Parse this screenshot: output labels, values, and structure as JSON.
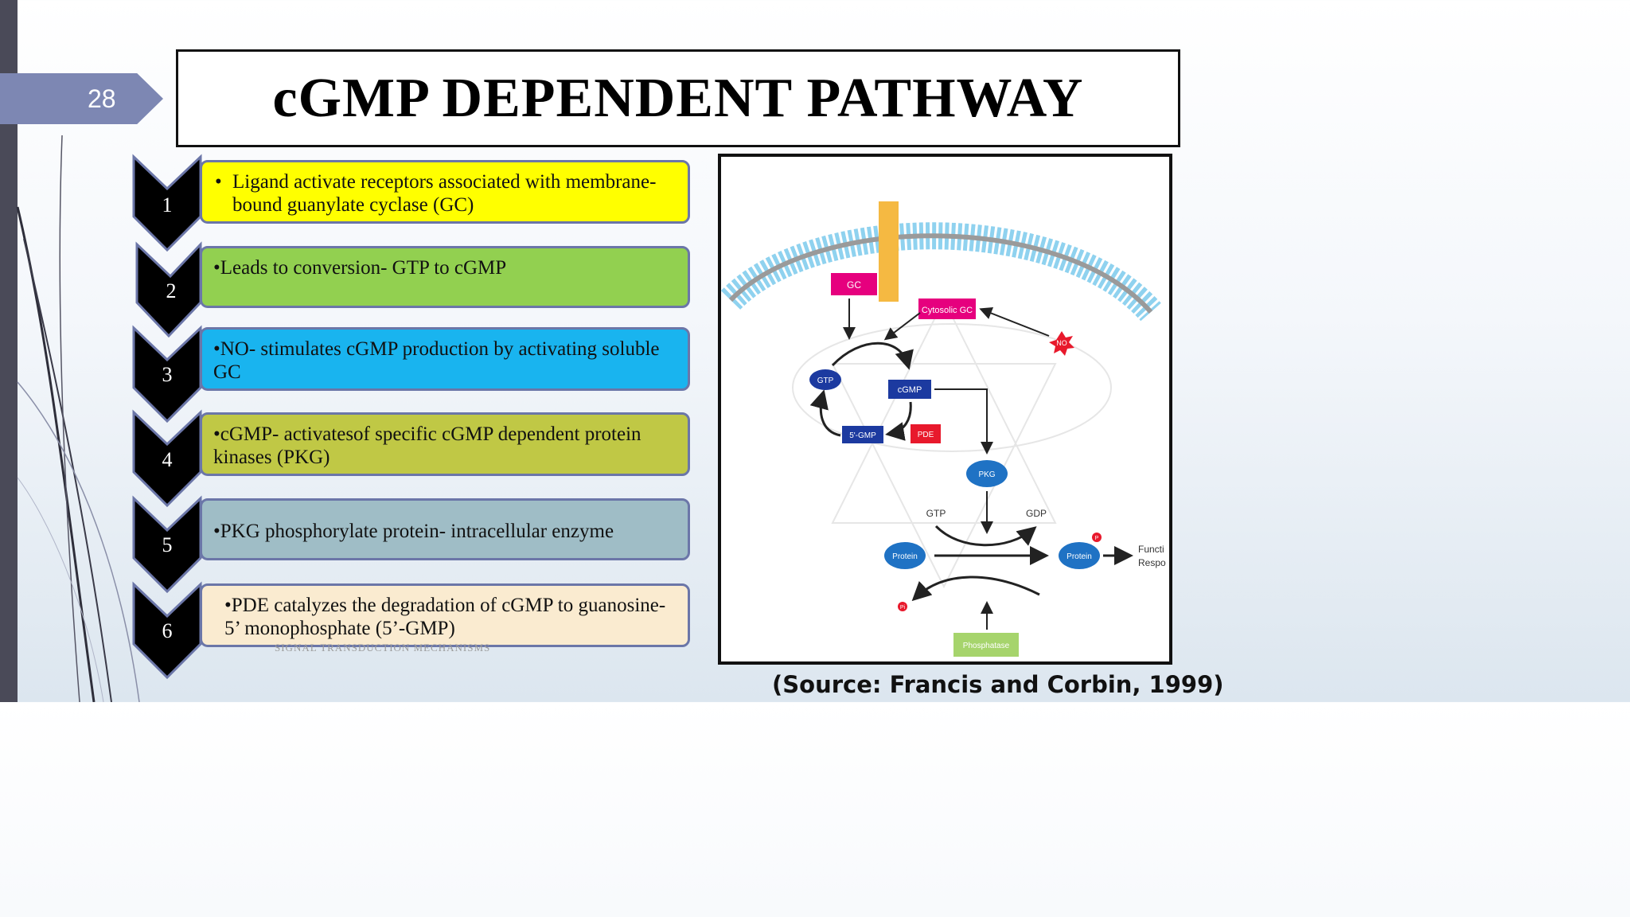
{
  "slide": {
    "number": "28",
    "title": "cGMP DEPENDENT PATHWAY",
    "footer": "SIGNAL TRANSDUCTION MECHANISMS",
    "source": "(Source: Francis and Corbin, 1999)"
  },
  "steps": [
    {
      "number": "1",
      "text": "Ligand activate receptors associated with membrane-bound guanylate cyclase (GC)",
      "bullet": "•",
      "color": "#ffff00"
    },
    {
      "number": "2",
      "text": "•Leads to conversion- GTP to cGMP",
      "color": "#92d050"
    },
    {
      "number": "3",
      "text": "•NO- stimulates cGMP production by activating soluble GC",
      "color": "#19b4ef"
    },
    {
      "number": "4",
      "text": "•cGMP- activatesof specific cGMP dependent protein kinases (PKG)",
      "color": "#c0c845"
    },
    {
      "number": "5",
      "text": "•PKG phosphorylate protein- intracellular enzyme",
      "color": "#9fbdc6"
    },
    {
      "number": "6",
      "text": "•PDE catalyzes the degradation of cGMP to guanosine-5’ monophosphate (5’-GMP)",
      "color": "#faebd0"
    }
  ],
  "figure": {
    "labels": {
      "gc": "GC",
      "cytosolic_gc": "Cytosolic GC",
      "no": "NO",
      "gtp": "GTP",
      "cgmp": "cGMP",
      "five_gmp": "5'-GMP",
      "pde": "PDE",
      "pkg": "PKG",
      "gtp_small": "GTP",
      "gdp": "GDP",
      "protein_left": "Protein",
      "protein_right": "Protein",
      "functional_response_1": "Functi",
      "functional_response_2": "Respo",
      "phosphatase": "Phosphatase",
      "p_left": "Pi",
      "p_right": "P"
    }
  },
  "colors": {
    "magenta": "#e6007e",
    "navy": "#1c3aa0",
    "blue_oval": "#1f72c4",
    "red": "#e8192c",
    "orange_bar": "#f5b942",
    "phosphatase_green": "#a6d46c",
    "membrane": "#8fd2ef"
  }
}
